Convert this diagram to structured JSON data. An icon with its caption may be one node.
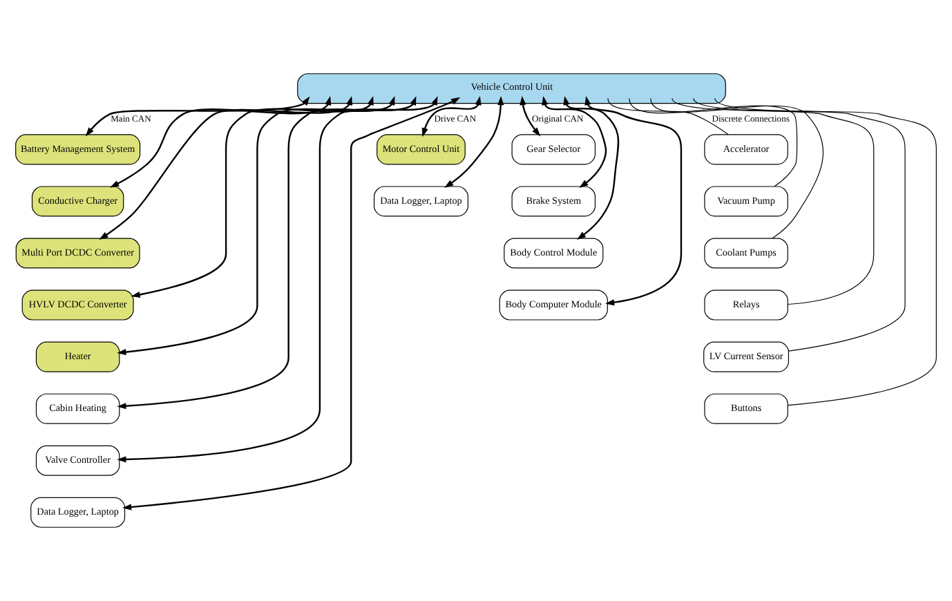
{
  "diagram": {
    "nodes": [
      {
        "text": [
          "Vehicle Control Unit"
        ]
      },
      {
        "text": [
          "Battery Management System"
        ]
      },
      {
        "text": [
          "Conductive Charger"
        ]
      },
      {
        "text": [
          "Multi Port DCDC Converter"
        ]
      },
      {
        "text": [
          "HVLV DCDC Converter"
        ]
      },
      {
        "text": [
          "Heater"
        ]
      },
      {
        "text": [
          "Cabin Heating"
        ]
      },
      {
        "text": [
          "Valve Controller"
        ]
      },
      {
        "text": [
          "Data Logger, Laptop"
        ]
      },
      {
        "text": [
          "Motor Control Unit"
        ]
      },
      {
        "text": [
          "Data Logger, Laptop"
        ]
      },
      {
        "text": [
          "Gear Selector"
        ]
      },
      {
        "text": [
          "Brake System"
        ]
      },
      {
        "text": [
          "Body Control Module"
        ]
      },
      {
        "text": [
          "Body Computer Module"
        ]
      },
      {
        "text": [
          "Accelerator"
        ]
      },
      {
        "text": [
          "Vacuum Pump"
        ]
      },
      {
        "text": [
          "Coolant Pumps"
        ]
      },
      {
        "text": [
          "Relays"
        ]
      },
      {
        "text": [
          "LV Current Sensor"
        ]
      },
      {
        "text": [
          "Buttons"
        ]
      }
    ],
    "edges": [
      {
        "from": 0,
        "to": 1,
        "arrow": "both",
        "label": "Main CAN"
      },
      {
        "from": 0,
        "to": 2,
        "arrow": "both"
      },
      {
        "from": 0,
        "to": 3,
        "arrow": "both"
      },
      {
        "from": 0,
        "to": 4,
        "arrow": "both"
      },
      {
        "from": 0,
        "to": 5,
        "arrow": "both"
      },
      {
        "from": 0,
        "to": 6,
        "arrow": "both"
      },
      {
        "from": 0,
        "to": 7,
        "arrow": "both"
      },
      {
        "from": 0,
        "to": 8,
        "arrow": "both"
      },
      {
        "from": 0,
        "to": 9,
        "arrow": "both",
        "label": "Drive CAN"
      },
      {
        "from": 0,
        "to": 10,
        "arrow": "both"
      },
      {
        "from": 0,
        "to": 11,
        "arrow": "both",
        "label": "Original CAN"
      },
      {
        "from": 0,
        "to": 12,
        "arrow": "both"
      },
      {
        "from": 0,
        "to": 13,
        "arrow": "both"
      },
      {
        "from": 0,
        "to": 14,
        "arrow": "both"
      },
      {
        "from": 0,
        "to": 15,
        "arrow": "none",
        "label": "Discrete Connections"
      },
      {
        "from": 0,
        "to": 16,
        "arrow": "none"
      },
      {
        "from": 0,
        "to": 17,
        "arrow": "none"
      },
      {
        "from": 0,
        "to": 18,
        "arrow": "none"
      },
      {
        "from": 0,
        "to": 19,
        "arrow": "none"
      },
      {
        "from": 0,
        "to": 20,
        "arrow": "none"
      }
    ]
  }
}
